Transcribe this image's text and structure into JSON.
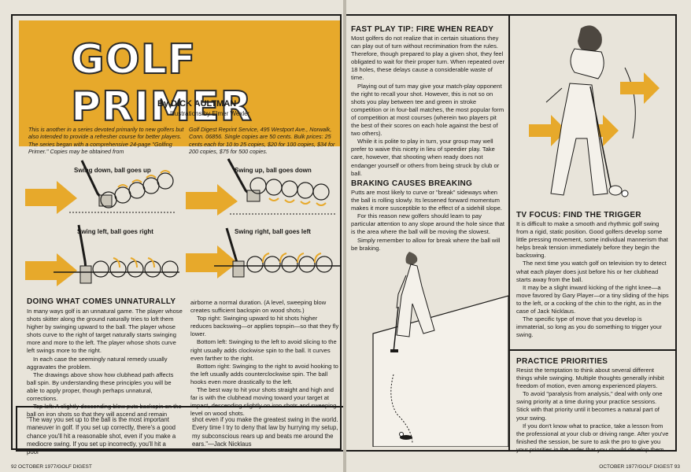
{
  "banner": {
    "title": "GOLF PRIMER",
    "byline": "By DICK AULTMAN",
    "illustrations": "Illustrations by Elmer Wexler",
    "intro_left": "This is another in a series devoted primarily to new golfers but also intended to provide a refresher course for better players. The series began with a comprehensive 24-page \"Golfing Primer.\" Copies may be obtained from",
    "intro_right": "Golf Digest Reprint Service, 495 Westport Ave., Norwalk, Conn. 06856. Single copies are 50 cents. Bulk prices: 25 cents each for 10 to 25 copies, $20 for 100 copies, $34 for 200 copies, $75 for 500 copies."
  },
  "diagrams": {
    "d1": "Swing down, ball goes up",
    "d2": "Swing up, ball goes down",
    "d3": "Swing left, ball goes right",
    "d4": "Swing right, ball goes left"
  },
  "doing": {
    "heading": "DOING WHAT COMES UNNATURALLY",
    "col1": [
      "In many ways golf is an unnatural game. The player whose shots skitter along the ground naturally tries to loft them higher by swinging upward to the ball. The player whose shots curve to the right of target naturally starts swinging more and more to the left. The player whose shots curve left swings more to the right.",
      "In each case the seemingly natural remedy usually aggravates the problem.",
      "The drawings above show how clubhead path affects ball spin. By understanding these principles you will be able to apply proper, though perhaps unnatural, corrections.",
      "Top left: A slightly descending blow puts backspin on the ball on iron shots so that they will ascend and remain"
    ],
    "col2": [
      "airborne a normal duration. (A level, sweeping blow creates sufficient backspin on wood shots.)",
      "Top right: Swinging upward to hit shots higher reduces backswing—or applies topspin—so that they fly lower.",
      "Bottom left: Swinging to the left to avoid slicing to the right usually adds clockwise spin to the ball. It curves even farther to the right.",
      "Bottom right: Swinging to the right to avoid hooking to the left usually adds counterclockwise spin. The ball hooks even more drastically to the left.",
      "The best way to hit your shots straight and high and far is with the clubhead moving toward your target at impact, descending slightly on iron shots and sweeping level on wood shots."
    ]
  },
  "quote": {
    "left": "\"The way you set up to the ball is the most important maneuver in golf. If you set up correctly, there's a good chance you'll hit a reasonable shot, even if you make a mediocre swing. If you set up incorrectly, you'll hit a poor",
    "right": "shot even if you make the greatest swing in the world. Every time I try to deny that law by hurrying my setup, my subconscious rears up and beats me around the ears.\"—Jack Nicklaus"
  },
  "fast_play": {
    "heading": "FAST PLAY TIP: FIRE WHEN READY",
    "paras": [
      "Most golfers do not realize that in certain situations they can play out of turn without recrimination from the rules. Therefore, though prepared to play a given shot, they feel obligated to wait for their proper turn. When repeated over 18 holes, these delays cause a considerable waste of time.",
      "Playing out of turn may give your match-play opponent the right to recall your shot. However, this is not so on shots you play between tee and green in stroke competition or in four-ball matches, the most popular form of competition at most courses (wherein two players pit the best of their scores on each hole against the best of two others).",
      "While it is polite to play in turn, your group may well prefer to waive this nicety in lieu of speedier play. Take care, however, that shooting when ready does not endanger yourself or others from being struck by club or ball."
    ]
  },
  "braking": {
    "heading": "BRAKING CAUSES BREAKING",
    "paras": [
      "Putts are most likely to curve or \"break\" sideways when the ball is rolling slowly. Its lessened forward momentum makes it more susceptible to the effect of a sidehill slope.",
      "For this reason new golfers should learn to pay particular attention to any slope around the hole since that is the area where the ball will be moving the slowest.",
      "Simply remember to allow for break where the ball will be braking."
    ]
  },
  "tv_focus": {
    "heading": "TV FOCUS: FIND THE TRIGGER",
    "paras": [
      "It is difficult to make a smooth and rhythmic golf swing from a rigid, static position. Good golfers develop some little pressing movement, some individual mannerism that helps break tension immediately before they begin the backswing.",
      "The next time you watch golf on television try to detect what each player does just before his or her clubhead starts away from the ball.",
      "It may be a slight inward kicking of the right knee—a move favored by Gary Player—or a tiny sliding of the hips to the left, or a cocking of the chin to the right, as in the case of Jack Nicklaus.",
      "The specific type of move that you develop is immaterial, so long as you do something to trigger your swing."
    ]
  },
  "practice": {
    "heading": "PRACTICE PRIORITIES",
    "paras": [
      "Resist the temptation to think about several different things while swinging. Multiple thoughts generally inhibit freedom of motion, even among experienced players.",
      "To avoid \"paralysis from analysis,\" deal with only one swing priority at a time during your practice sessions. Stick with that priority until it becomes a natural part of your swing.",
      "If you don't know what to practice, take a lesson from the professional at your club or driving range. After you've finished the session, be sure to ask the pro to give you your priorities in the order that you should develop them."
    ]
  },
  "folio": {
    "left": "92   OCTOBER 1977/GOLF DIGEST",
    "right": "OCTOBER 1977/GOLF DIGEST   93"
  },
  "colors": {
    "accent": "#e7a92b",
    "paper": "#e8e4da",
    "ink": "#1b1a18"
  }
}
